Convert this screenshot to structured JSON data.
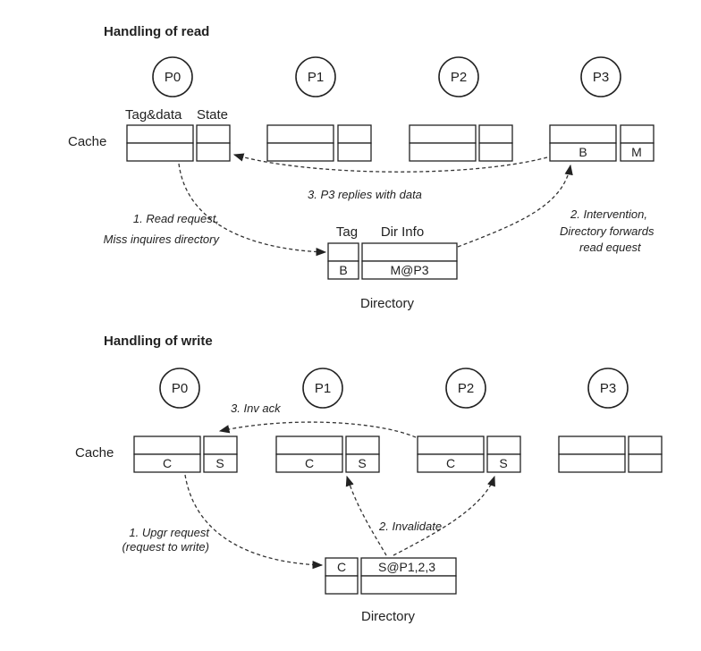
{
  "read": {
    "title": "Handling of read",
    "processors": [
      "P0",
      "P1",
      "P2",
      "P3"
    ],
    "cache_label": "Cache",
    "header_tag_data": "Tag&data",
    "header_state": "State",
    "p3_tag": "B",
    "p3_state": "M",
    "dir_tag_header": "Tag",
    "dir_info_header": "Dir Info",
    "dir_tag": "B",
    "dir_info": "M@P3",
    "directory_label": "Directory",
    "step1_line1": "1. Read request,",
    "step1_line2": "Miss inquires directory",
    "step2_line1": "2. Intervention,",
    "step2_line2": "Directory forwards",
    "step2_line3": "read equest",
    "step3": "3. P3 replies with data"
  },
  "write": {
    "title": "Handling of write",
    "processors": [
      "P0",
      "P1",
      "P2",
      "P3"
    ],
    "cache_label": "Cache",
    "p0_data": "C",
    "p0_state": "S",
    "p1_data": "C",
    "p1_state": "S",
    "p2_data": "C",
    "p2_state": "S",
    "dir_tag": "C",
    "dir_info": "S@P1,2,3",
    "directory_label": "Directory",
    "step1_line1": "1. Upgr request",
    "step1_line2": "(request to write)",
    "step2": "2. Invalidate",
    "step3": "3. Inv ack"
  }
}
